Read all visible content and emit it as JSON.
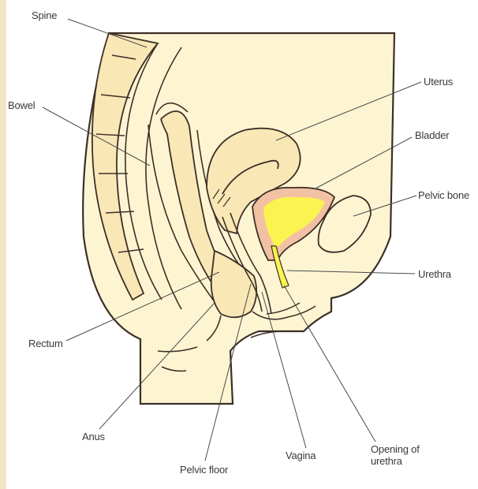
{
  "diagram": {
    "labels": {
      "spine": "Spine",
      "bowel": "Bowel",
      "uterus": "Uterus",
      "bladder": "Bladder",
      "pelvic_bone": "Pelvic bone",
      "urethra": "Urethra",
      "rectum": "Rectum",
      "anus": "Anus",
      "pelvic_floor": "Pelvic floor",
      "vagina": "Vagina",
      "opening_of_urethra": "Opening of urethra"
    },
    "colors": {
      "background_strip": "#f4e6c4",
      "tissue_fill": "#fdf5d2",
      "organ_fill": "#f9e7b6",
      "bladder_wall": "#f2c1a3",
      "bladder_urine": "#fbf34f",
      "outline": "#3d2f27",
      "leader_line": "#4a4a4a"
    }
  }
}
